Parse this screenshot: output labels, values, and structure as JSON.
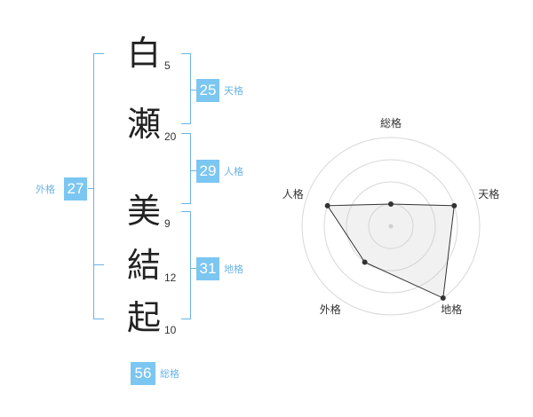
{
  "name_chars": [
    {
      "char": "白",
      "strokes": "5"
    },
    {
      "char": "瀬",
      "strokes": "20"
    },
    {
      "char": "美",
      "strokes": "9"
    },
    {
      "char": "結",
      "strokes": "12"
    },
    {
      "char": "起",
      "strokes": "10"
    }
  ],
  "fortunes": {
    "tenkaku": {
      "value": "25",
      "label": "天格"
    },
    "jinkaku": {
      "value": "29",
      "label": "人格"
    },
    "chikaku": {
      "value": "31",
      "label": "地格"
    },
    "gaikaku": {
      "value": "27",
      "label": "外格"
    },
    "soukaku": {
      "value": "56",
      "label": "総格"
    }
  },
  "accent_color": "#7cc6f2",
  "chart_data": {
    "type": "radar",
    "axes": [
      "総格",
      "天格",
      "地格",
      "外格",
      "人格"
    ],
    "max": 4,
    "values": [
      1,
      3,
      4,
      2,
      3
    ]
  }
}
